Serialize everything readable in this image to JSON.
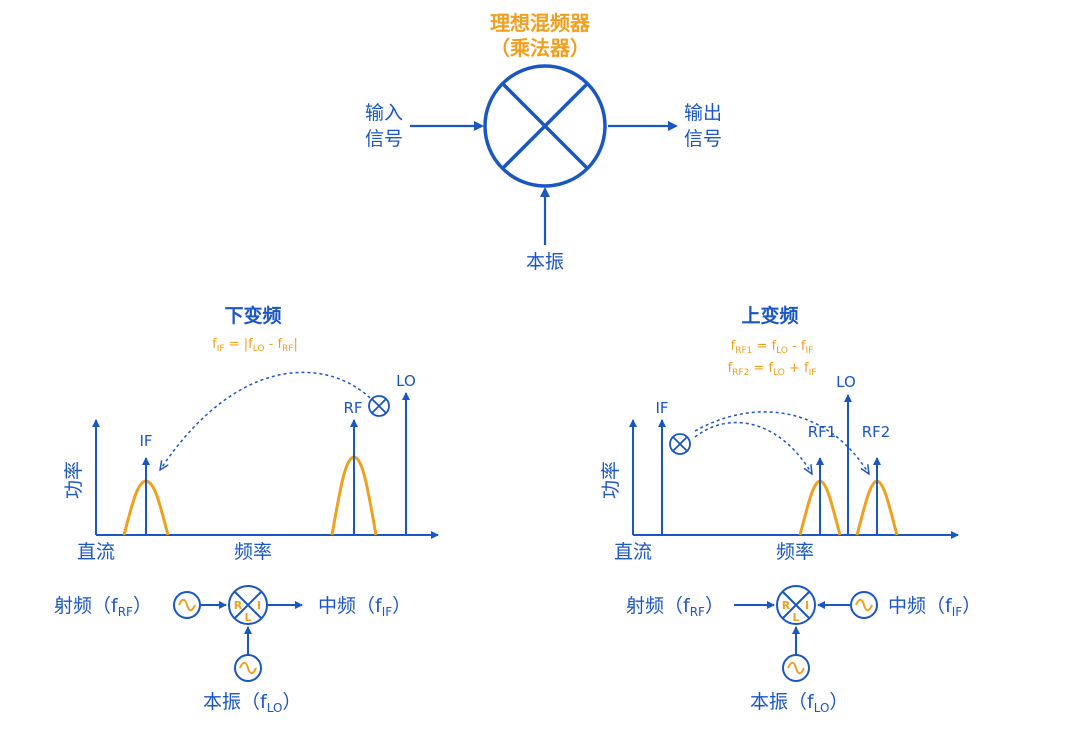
{
  "colors": {
    "blue": "#1a56c4",
    "orange": "#f0a020"
  },
  "top": {
    "title": "理想混频器",
    "subtitle": "（乘法器）",
    "input": [
      "输入",
      "信号"
    ],
    "output": [
      "输出",
      "信号"
    ],
    "lo": "本振"
  },
  "down": {
    "heading": "下变频",
    "formula": {
      "lhs": "f",
      "lhs_sub": "IF",
      "eq": " = |",
      "a": "f",
      "a_sub": "LO",
      "op": " - ",
      "b": "f",
      "b_sub": "RF",
      "close": "|"
    },
    "peaks": {
      "if": "IF",
      "rf": "RF",
      "lo": "LO"
    },
    "axis": {
      "y": "功率",
      "x_left": "直流",
      "x": "频率"
    },
    "block": {
      "left": "射频（f",
      "left_sub": "RF",
      "left_close": "）",
      "right": "中频（f",
      "right_sub": "IF",
      "right_close": "）",
      "bottom": "本振（f",
      "bottom_sub": "LO",
      "bottom_close": "）",
      "ports": {
        "r": "R",
        "i": "I",
        "l": "L"
      }
    }
  },
  "up": {
    "heading": "上变频",
    "formula1": {
      "lhs": "f",
      "lhs_sub": "RF1",
      "eq": " = ",
      "a": "f",
      "a_sub": "LO",
      "op": " - ",
      "b": "f",
      "b_sub": "IF"
    },
    "formula2": {
      "lhs": "f",
      "lhs_sub": "RF2",
      "eq": " = ",
      "a": "f",
      "a_sub": "LO",
      "op": " + ",
      "b": "f",
      "b_sub": "IF"
    },
    "peaks": {
      "if": "IF",
      "lo": "LO",
      "rf1": "RF1",
      "rf2": "RF2"
    },
    "axis": {
      "y": "功率",
      "x_left": "直流",
      "x": "频率"
    },
    "block": {
      "left": "射频（f",
      "left_sub": "RF",
      "left_close": "）",
      "right": "中频（f",
      "right_sub": "IF",
      "right_close": "）",
      "bottom": "本振（f",
      "bottom_sub": "LO",
      "bottom_close": "）",
      "ports": {
        "r": "R",
        "i": "I",
        "l": "L"
      }
    }
  }
}
